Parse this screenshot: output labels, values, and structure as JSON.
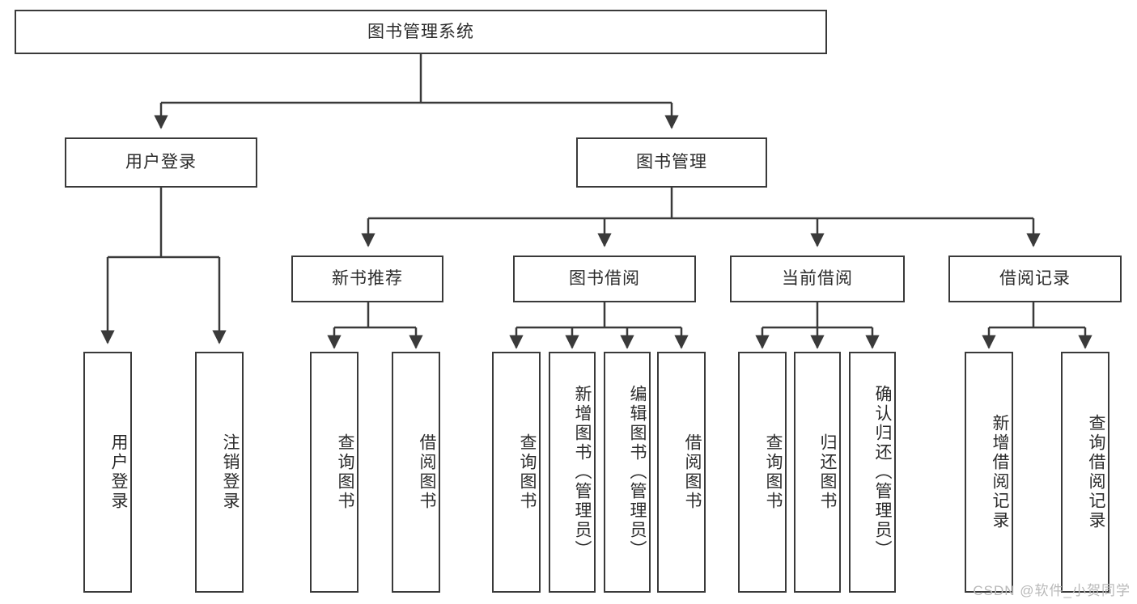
{
  "diagram": {
    "title": "图书管理系统",
    "type": "tree-hierarchy-chart",
    "root": {
      "label": "图书管理系统"
    },
    "level2": [
      {
        "label": "用户登录"
      },
      {
        "label": "图书管理"
      }
    ],
    "level3": [
      {
        "label": "新书推荐"
      },
      {
        "label": "图书借阅"
      },
      {
        "label": "当前借阅"
      },
      {
        "label": "借阅记录"
      }
    ],
    "leaves": {
      "user_login": [
        {
          "label": "用户登录"
        },
        {
          "label": "注销登录"
        }
      ],
      "new_book_recommend": [
        {
          "label": "查询图书"
        },
        {
          "label": "借阅图书"
        }
      ],
      "book_borrow": [
        {
          "label": "查询图书"
        },
        {
          "label": "新增图书（管理员）"
        },
        {
          "label": "编辑图书（管理员）"
        },
        {
          "label": "借阅图书"
        }
      ],
      "current_borrow": [
        {
          "label": "查询图书"
        },
        {
          "label": "归还图书"
        },
        {
          "label": "确认归还（管理员）"
        }
      ],
      "borrow_records": [
        {
          "label": "新增借阅记录"
        },
        {
          "label": "查询借阅记录"
        }
      ]
    }
  },
  "watermark": {
    "text": "CSDN @软件_小贺同学"
  },
  "colors": {
    "box_border": "#3a3a3a",
    "box_fill": "#ffffff",
    "line": "#3a3a3a",
    "text": "#2b2b2b",
    "watermark": "#b9b9b9",
    "background": "#ffffff"
  }
}
